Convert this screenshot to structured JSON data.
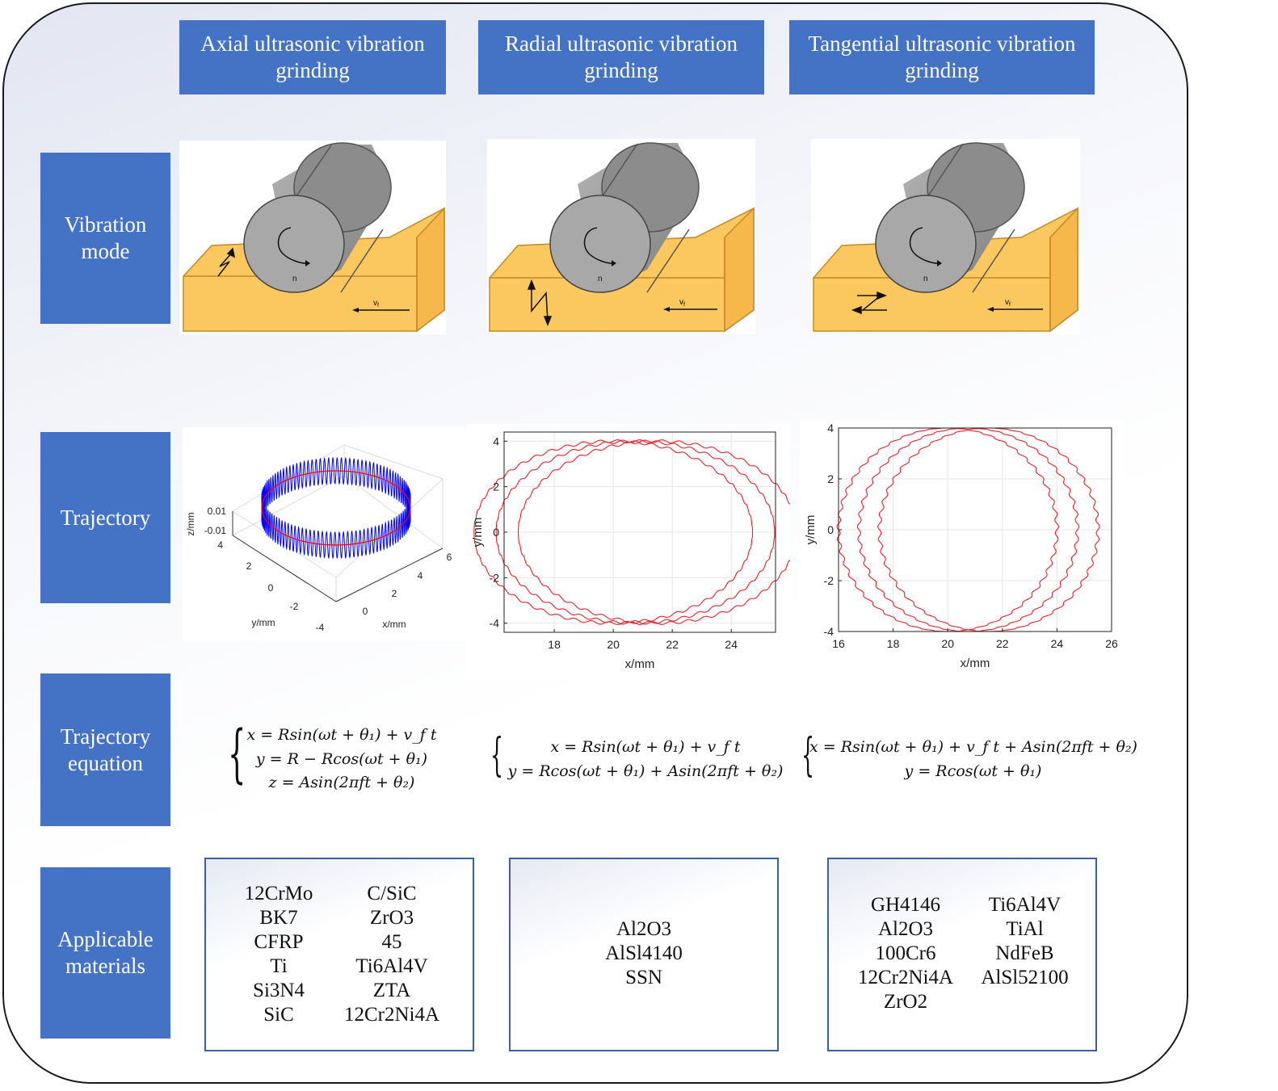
{
  "columns": [
    {
      "title": "Axial ultrasonic vibration\ngrinding"
    },
    {
      "title": "Radial ultrasonic vibration\ngrinding"
    },
    {
      "title": "Tangential ultrasonic vibration\ngrinding"
    }
  ],
  "rows": {
    "vibration_mode": "Vibration\nmode",
    "trajectory": "Trajectory",
    "trajectory_equation": "Trajectory\nequation",
    "applicable_materials": "Applicable\nmaterials"
  },
  "vibration_labels": {
    "rotation": "n",
    "feed": "v",
    "feed_sub": "f"
  },
  "equations": {
    "axial": [
      "x = Rsin(ωt + θ₁) + v_f t",
      "y = R − Rcos(ωt + θ₁)",
      "z = Asin(2πft + θ₂)"
    ],
    "radial": [
      "x = Rsin(ωt + θ₁) + v_f t",
      "y = Rcos(ωt + θ₁) + Asin(2πft + θ₂)"
    ],
    "tangential": [
      "x = Rsin(ωt + θ₁) + v_f t + Asin(2πft + θ₂)",
      "y = Rcos(ωt + θ₁)"
    ]
  },
  "materials": {
    "axial_left": [
      "12CrMo",
      "BK7",
      "CFRP",
      "Ti",
      "Si3N4",
      "SiC"
    ],
    "axial_right": [
      "C/SiC",
      "ZrO3",
      "45",
      "Ti6Al4V",
      "ZTA",
      "12Cr2Ni4A"
    ],
    "radial": [
      "Al2O3",
      "AlSl4140",
      "SSN"
    ],
    "tangential_left": [
      "GH4146",
      "Al2O3",
      "100Cr6",
      "12Cr2Ni4A",
      "ZrO2"
    ],
    "tangential_right": [
      "Ti6Al4V",
      "TiAl",
      "NdFeB",
      "AlSl52100"
    ]
  },
  "chart_data": [
    {
      "type": "line3d",
      "xlabel": "x/mm",
      "ylabel": "y/mm",
      "zlabel": "z/mm",
      "x_ticks": [
        "0",
        "2",
        "4",
        "6"
      ],
      "y_ticks": [
        "-4",
        "-2",
        "0",
        "2",
        "4"
      ],
      "z_ticks": [
        "0.01",
        "-0.01"
      ],
      "series": [
        {
          "name": "",
          "color": "#0000ff",
          "description_values": {
            "R": 4,
            "A": 0.01
          }
        },
        {
          "name": "",
          "color": "#ff0000"
        }
      ]
    },
    {
      "type": "line",
      "xlabel": "x/mm",
      "ylabel": "y/mm",
      "xlim": [
        16.3,
        25.5
      ],
      "ylim": [
        -4.4,
        4.4
      ],
      "x_ticks": [
        "18",
        "20",
        "22",
        "24"
      ],
      "y_ticks": [
        "4",
        "2",
        "0",
        "-2",
        "-4"
      ],
      "color": "#e8202a",
      "grid": true,
      "params": {
        "R": 4,
        "A": 0.06,
        "centers": [
          20,
          20.75,
          21.5
        ],
        "waves": 50
      }
    },
    {
      "type": "line",
      "xlabel": "x/mm",
      "ylabel": "y/mm",
      "xlim": [
        16,
        26
      ],
      "ylim": [
        -4,
        4
      ],
      "x_ticks": [
        "16",
        "18",
        "20",
        "22",
        "24",
        "26"
      ],
      "y_ticks": [
        "4",
        "2",
        "0",
        "-2",
        "-4"
      ],
      "color": "#e8202a",
      "grid": true,
      "params": {
        "R": 4,
        "A": 0.06,
        "centers": [
          20,
          20.75,
          21.5
        ],
        "waves": 50
      }
    }
  ]
}
